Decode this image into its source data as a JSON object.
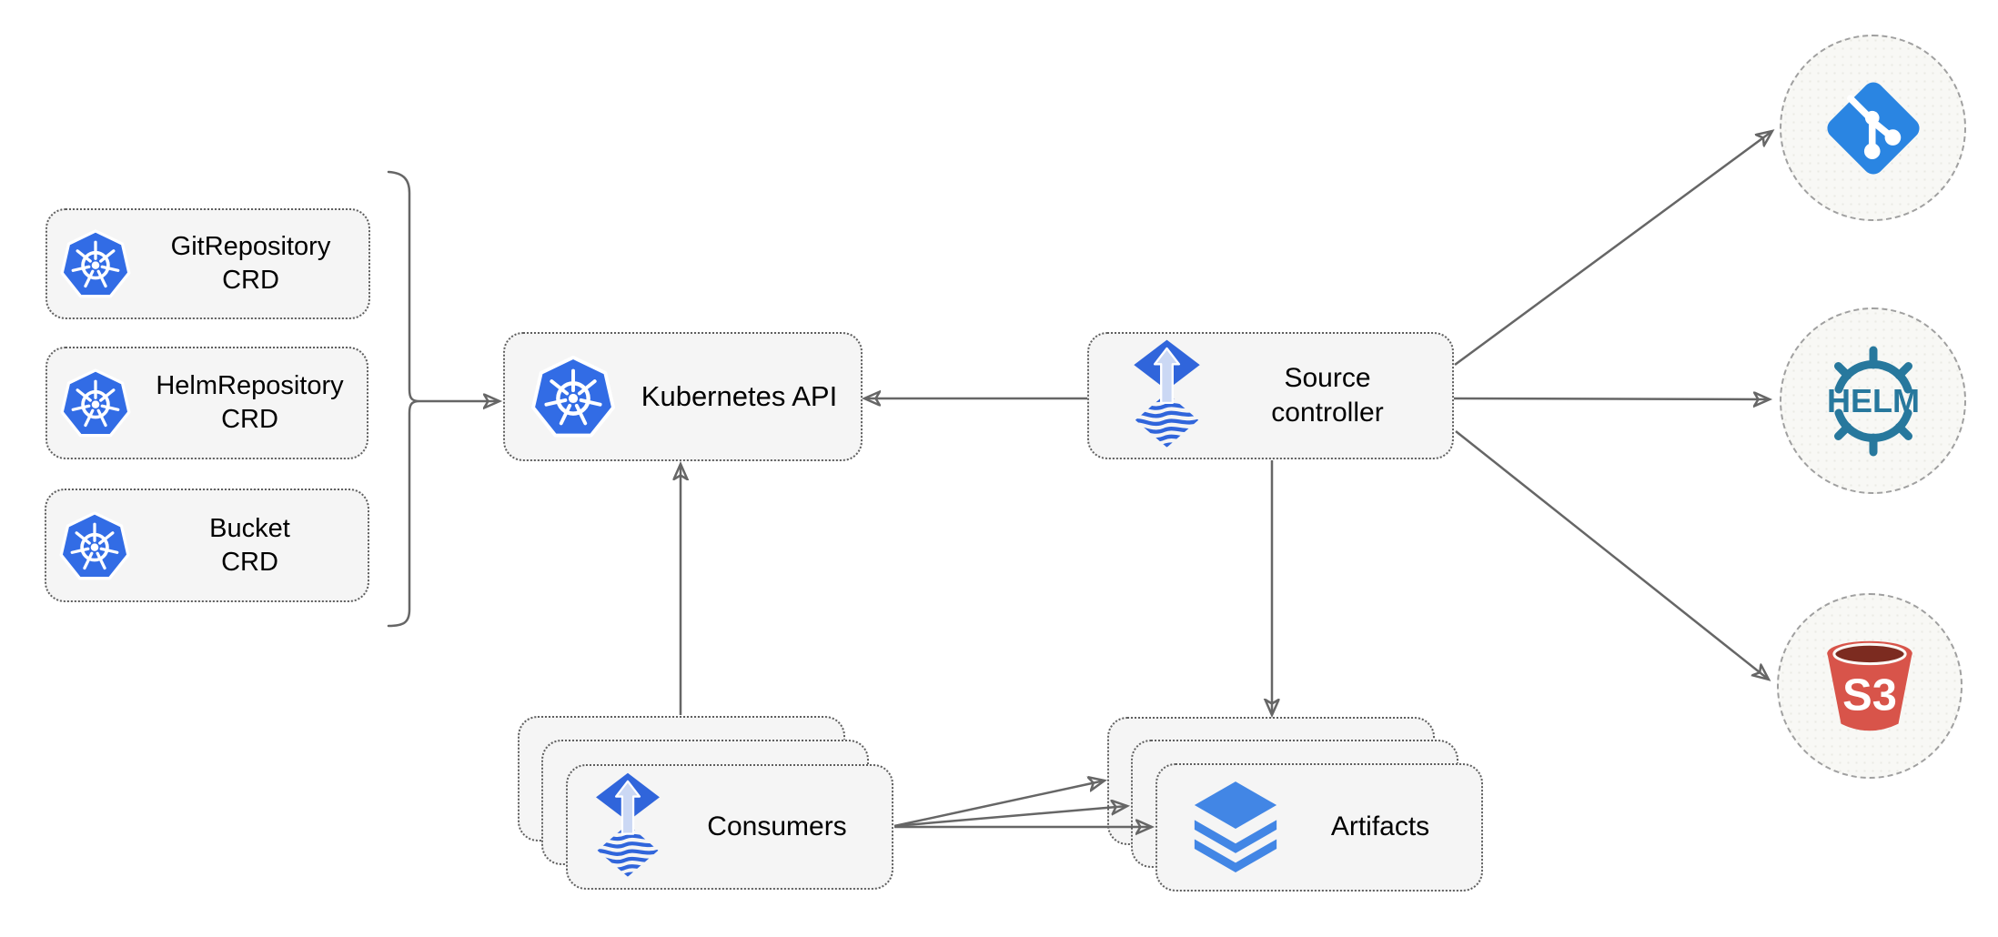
{
  "crd_boxes": [
    {
      "name": "GitRepository",
      "type": "CRD"
    },
    {
      "name": "HelmRepository",
      "type": "CRD"
    },
    {
      "name": "Bucket",
      "type": "CRD"
    }
  ],
  "kubernetes_api": {
    "label": "Kubernetes API"
  },
  "source_controller": {
    "line1": "Source",
    "line2": "controller"
  },
  "consumers": {
    "label": "Consumers"
  },
  "artifacts": {
    "label": "Artifacts"
  },
  "endpoints": {
    "helm_label": "HELM",
    "s3_label": "S3"
  },
  "icons": {
    "kubernetes": "kubernetes-wheel-icon",
    "flux": "flux-icon",
    "layers": "layers-icon",
    "git": "git-icon",
    "helm": "helm-wheel-icon",
    "s3": "s3-bucket-icon"
  },
  "colors": {
    "kubernetes_blue": "#326CE5",
    "flux_blue": "#3065DB",
    "flux_arrow_light": "#CBD8F4",
    "layers_blue": "#4286E5",
    "git_blue": "#2A85E2",
    "helm_teal": "#27789D",
    "s3_red": "#D8544A",
    "s3_dark_top": "#7C2B20",
    "node_fill": "#F5F5F5",
    "node_border": "#5F5F5F",
    "connector_gray": "#666666",
    "endpoint_border": "#A0A0A0"
  }
}
